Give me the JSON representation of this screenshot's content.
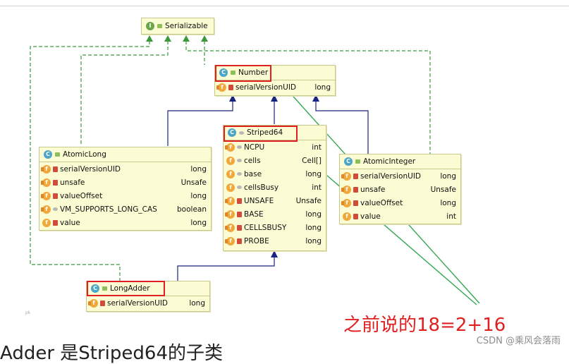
{
  "colors": {
    "inherit_line": "#1a237e",
    "interface_dash": "#3a9a3a",
    "highlight": "#e02020",
    "arrow_green": "#34a853"
  },
  "serializable": {
    "title": "Serializable",
    "icon": "interface-icon"
  },
  "number": {
    "title": "Number",
    "fields": [
      {
        "name": "serialVersionUID",
        "type": "long"
      }
    ]
  },
  "striped64": {
    "title": "Striped64",
    "fields": [
      {
        "name": "NCPU",
        "type": "int"
      },
      {
        "name": "cells",
        "type": "Cell[]"
      },
      {
        "name": "base",
        "type": "long"
      },
      {
        "name": "cellsBusy",
        "type": "int"
      },
      {
        "name": "UNSAFE",
        "type": "Unsafe"
      },
      {
        "name": "BASE",
        "type": "long"
      },
      {
        "name": "CELLSBUSY",
        "type": "long"
      },
      {
        "name": "PROBE",
        "type": "long"
      }
    ]
  },
  "atomiclong": {
    "title": "AtomicLong",
    "fields": [
      {
        "name": "serialVersionUID",
        "type": "long"
      },
      {
        "name": "unsafe",
        "type": "Unsafe"
      },
      {
        "name": "valueOffset",
        "type": "long"
      },
      {
        "name": "VM_SUPPORTS_LONG_CAS",
        "type": "boolean"
      },
      {
        "name": "value",
        "type": "long"
      }
    ]
  },
  "atomicinteger": {
    "title": "AtomicInteger",
    "fields": [
      {
        "name": "serialVersionUID",
        "type": "long"
      },
      {
        "name": "unsafe",
        "type": "Unsafe"
      },
      {
        "name": "valueOffset",
        "type": "long"
      },
      {
        "name": "value",
        "type": "int"
      }
    ]
  },
  "longadder": {
    "title": "LongAdder",
    "fields": [
      {
        "name": "serialVersionUID",
        "type": "long"
      }
    ]
  },
  "annotation": {
    "text": "之前说的18=2+16"
  },
  "watermark": {
    "text": "CSDN @乘风会落雨"
  },
  "bottom_text": {
    "text": "Adder 是Striped64的子类"
  },
  "tiny_tag": {
    "text": "pk"
  }
}
